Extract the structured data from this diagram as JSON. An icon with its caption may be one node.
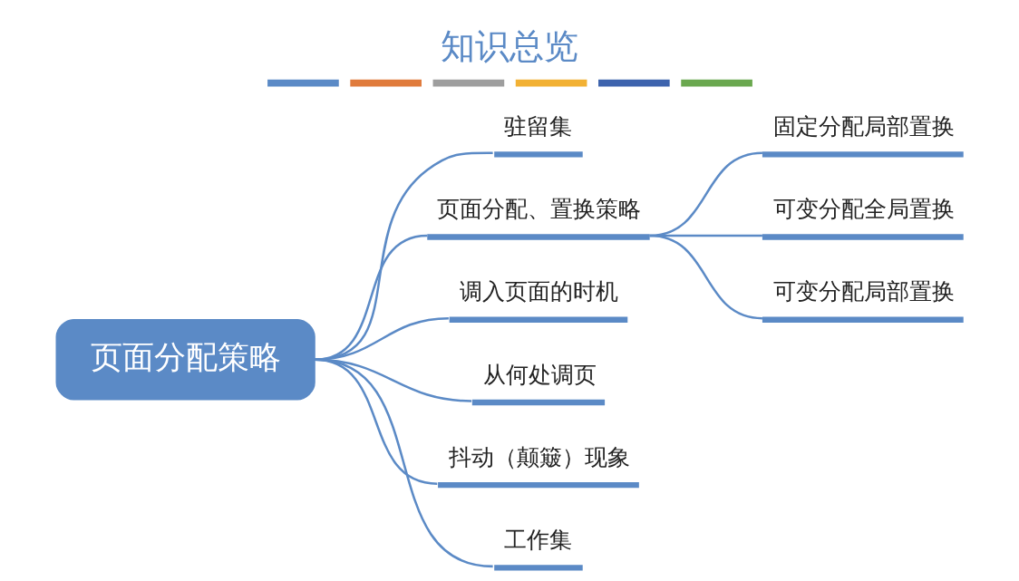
{
  "diagram": {
    "title": "知识总览",
    "nodes": [
      {
        "text": [
          "页面分配策略"
        ]
      },
      {
        "text": [
          "驻留集"
        ]
      },
      {
        "text": [
          "页面分配、置换策略"
        ]
      },
      {
        "text": [
          "固定分配局部置换"
        ]
      },
      {
        "text": [
          "可变分配全局置换"
        ]
      },
      {
        "text": [
          "可变分配局部置换"
        ]
      },
      {
        "text": [
          "调入页面的时机"
        ]
      },
      {
        "text": [
          "从何处调页"
        ]
      },
      {
        "text": [
          "抖动（颠簸）现象"
        ]
      },
      {
        "text": [
          "工作集"
        ]
      }
    ],
    "edges": [
      {
        "from": 0,
        "to": 1,
        "arrow": "none"
      },
      {
        "from": 0,
        "to": 2,
        "arrow": "none"
      },
      {
        "from": 2,
        "to": 3,
        "arrow": "none"
      },
      {
        "from": 2,
        "to": 4,
        "arrow": "none"
      },
      {
        "from": 2,
        "to": 5,
        "arrow": "none"
      },
      {
        "from": 0,
        "to": 6,
        "arrow": "none"
      },
      {
        "from": 0,
        "to": 7,
        "arrow": "none"
      },
      {
        "from": 0,
        "to": 8,
        "arrow": "none"
      },
      {
        "from": 0,
        "to": 9,
        "arrow": "none"
      }
    ]
  }
}
